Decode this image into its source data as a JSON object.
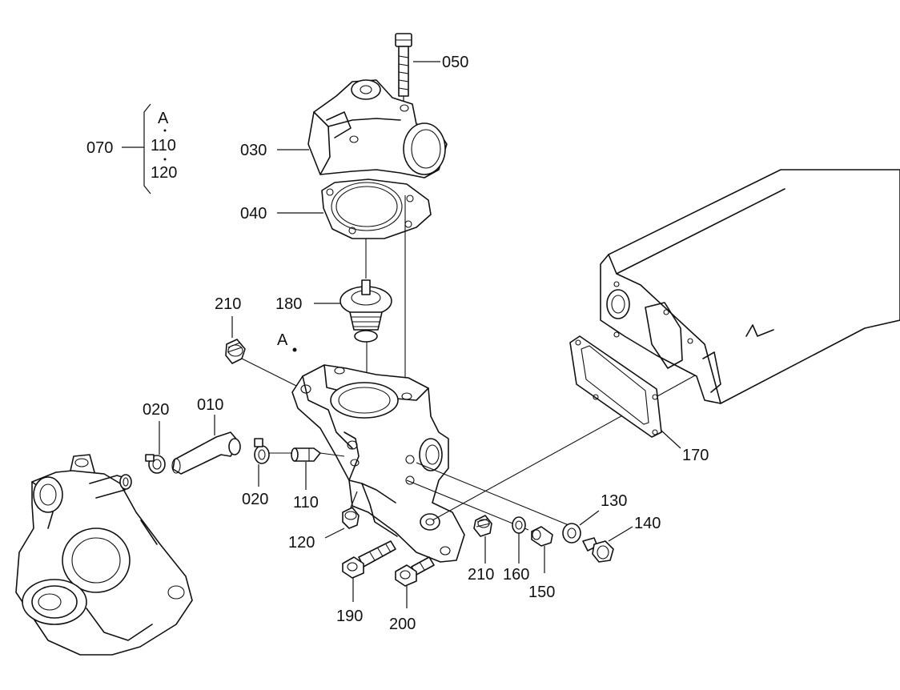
{
  "callouts": {
    "c050": "050",
    "c030": "030",
    "c040": "040",
    "c180": "180",
    "c210a": "210",
    "cA": "A",
    "c020a": "020",
    "c010": "010",
    "c020b": "020",
    "c110": "110",
    "c120": "120",
    "c170": "170",
    "c130": "130",
    "c140": "140",
    "c210b": "210",
    "c160": "160",
    "c150": "150",
    "c190": "190",
    "c200": "200"
  },
  "kit_legend": {
    "code": "070",
    "items": [
      "A",
      "110",
      "120"
    ]
  }
}
